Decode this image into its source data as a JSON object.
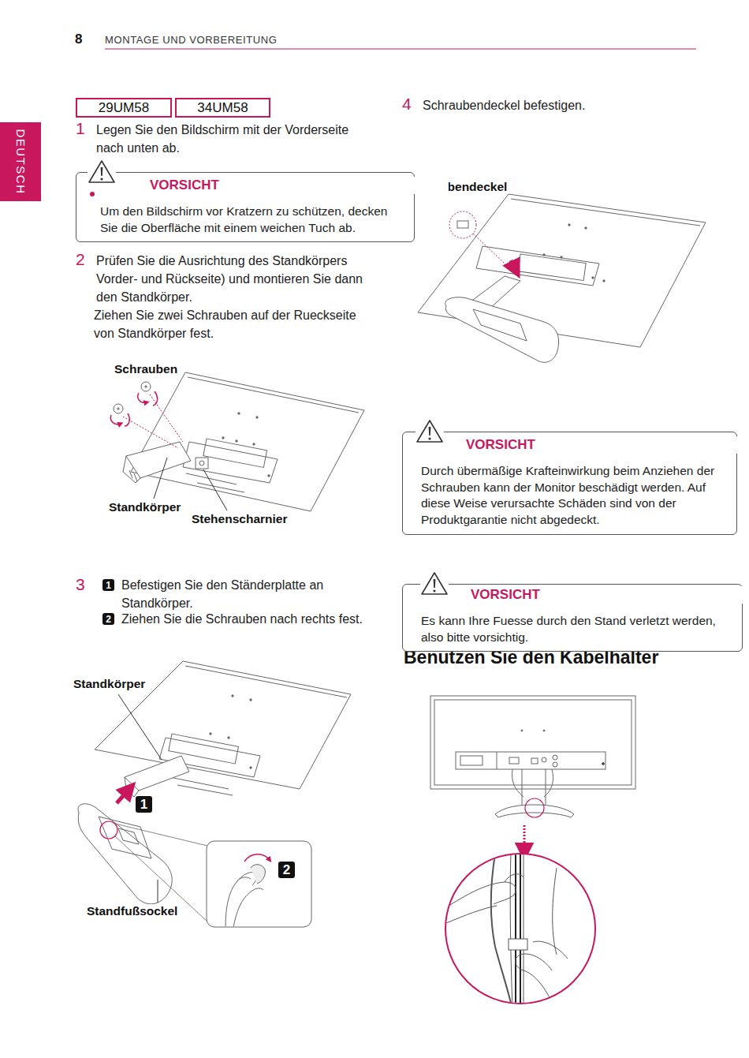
{
  "diagram": {
    "title": "MONTAGE UND VORBEREITUNG",
    "nodes": [
      {
        "text": [
          "29UM58"
        ]
      },
      {
        "text": [
          "34UM58"
        ]
      },
      {
        "text": [
          "DEUTSCH"
        ]
      },
      {
        "text": [
          "VORSICHT",
          "Um den Bildschirm vor Kratzern zu schützen, decken Sie die Oberfläche mit einem weichen Tuch ab."
        ]
      },
      {
        "text": [
          "1"
        ]
      },
      {
        "text": [
          "2"
        ]
      },
      {
        "text": [
          "1"
        ]
      },
      {
        "text": [
          "2"
        ]
      },
      {
        "text": [
          "VORSICHT",
          "Durch übermäßige Krafteinwirkung beim Anziehen der Schrauben kann der Monitor beschädigt werden. Auf diese Weise verursachte Schäden sind von der Produktgarantie nicht abgedeckt."
        ]
      },
      {
        "text": [
          "VORSICHT",
          "Es kann Ihre Fuesse durch den Stand verletzt werden, also bitte vorsichtig."
        ]
      }
    ],
    "labels": [
      "8",
      "1",
      "Legen Sie den Bildschirm mit der Vorderseite nach unten ab.",
      "2",
      "Prüfen Sie die Ausrichtung des Standkörpers Vorder- und Rückseite) und montieren Sie dann den Standkörper.",
      "Ziehen Sie zwei Schrauben auf der Rueckseite von Standkörper fest.",
      "Schrauben",
      "Standkörper",
      "Stehenscharnier",
      "3",
      "Befestigen Sie den Ständerplatte an Standkörper.",
      "Ziehen Sie die Schrauben nach rechts fest.",
      "Standkörper",
      "Standfußsockel",
      "4",
      "Schraubendeckel befestigen.",
      "Schraubendeckel",
      "Benutzen Sie den Kabelhalter"
    ]
  }
}
